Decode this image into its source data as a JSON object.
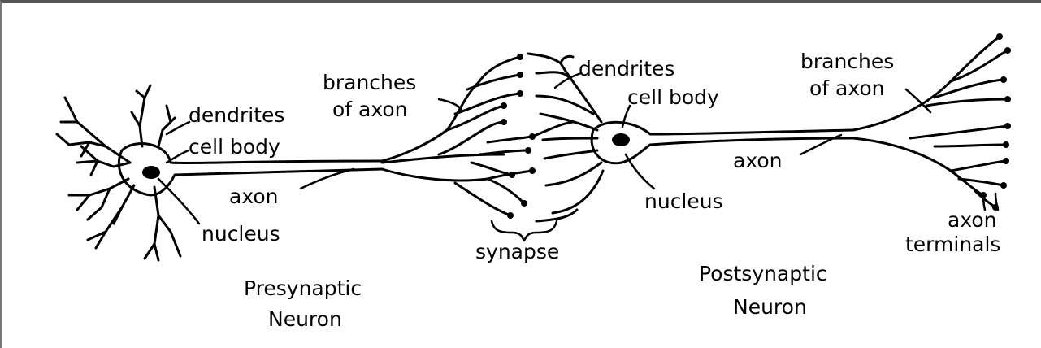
{
  "colors": {
    "ink": "#000000",
    "background": "#ffffff",
    "frame": "#555555"
  },
  "presynaptic": {
    "label_dendrites": "dendrites",
    "label_cell_body": "cell body",
    "label_axon": "axon",
    "label_nucleus": "nucleus",
    "title_line1": "Presynaptic",
    "title_line2": "Neuron"
  },
  "synapse_region": {
    "label_branches_line1": "branches",
    "label_branches_line2": "of axon",
    "label_dendrites": "dendrites",
    "label_synapse": "synapse"
  },
  "postsynaptic": {
    "label_cell_body": "cell body",
    "label_nucleus": "nucleus",
    "label_axon": "axon",
    "label_branches_line1": "branches",
    "label_branches_line2": "of axon",
    "label_terminals_line1": "axon",
    "label_terminals_line2": "terminals",
    "title_line1": "Postsynaptic",
    "title_line2": "Neuron"
  }
}
